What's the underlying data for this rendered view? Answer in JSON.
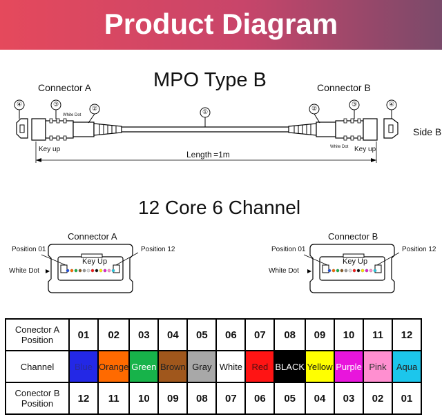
{
  "banner": {
    "title": "Product Diagram"
  },
  "mpo": {
    "title": "MPO Type B",
    "connector_a": "Connector A",
    "connector_b": "Connector B",
    "side_b": "Side B",
    "white_dot": "White Dot",
    "key_up": "Key up",
    "length": "Length =1m",
    "callouts": [
      "①",
      "②",
      "③",
      "④"
    ]
  },
  "channel_section": {
    "title": "12 Core 6 Channel",
    "connector_a": "Connector A",
    "connector_b": "Connector B",
    "position_01": "Position 01",
    "position_12": "Position 12",
    "white_dot": "White Dot",
    "key_up": "Key Up",
    "fiber_colors": [
      "#1f4fe0",
      "#ff6a00",
      "#19b34a",
      "#8a5a22",
      "#9a9a9a",
      "#e0e0e0",
      "#ff1a1a",
      "#111111",
      "#ffee00",
      "#e020d0",
      "#ff8fc8",
      "#24c8e0"
    ]
  },
  "table": {
    "row_a_header": "Conector  A\nPosition",
    "row_channel_header": "Channel",
    "row_b_header": "Conector  B\nPosition",
    "positions_a": [
      "01",
      "02",
      "03",
      "04",
      "05",
      "06",
      "07",
      "08",
      "09",
      "10",
      "11",
      "12"
    ],
    "positions_b": [
      "12",
      "11",
      "10",
      "09",
      "08",
      "07",
      "06",
      "05",
      "04",
      "03",
      "02",
      "01"
    ],
    "channels": [
      {
        "name": "Blue",
        "bg": "#2328e6",
        "fg": "#2a2a9a"
      },
      {
        "name": "Orange",
        "bg": "#ff6a00",
        "fg": "#222222"
      },
      {
        "name": "Green",
        "bg": "#17b34a",
        "fg": "#ffffff"
      },
      {
        "name": "Brown",
        "bg": "#a0571c",
        "fg": "#222222"
      },
      {
        "name": "Gray",
        "bg": "#a8a8a8",
        "fg": "#111111"
      },
      {
        "name": "White",
        "bg": "#ffffff",
        "fg": "#111111"
      },
      {
        "name": "Red",
        "bg": "#ff1414",
        "fg": "#4a1010"
      },
      {
        "name": "BLACK",
        "bg": "#000000",
        "fg": "#ffffff"
      },
      {
        "name": "Yellow",
        "bg": "#ffff00",
        "fg": "#111111"
      },
      {
        "name": "Purple",
        "bg": "#e815dc",
        "fg": "#ffffff"
      },
      {
        "name": "Pink",
        "bg": "#ff8fd0",
        "fg": "#333333"
      },
      {
        "name": "Aqua",
        "bg": "#1cc6ec",
        "fg": "#222222"
      }
    ]
  }
}
